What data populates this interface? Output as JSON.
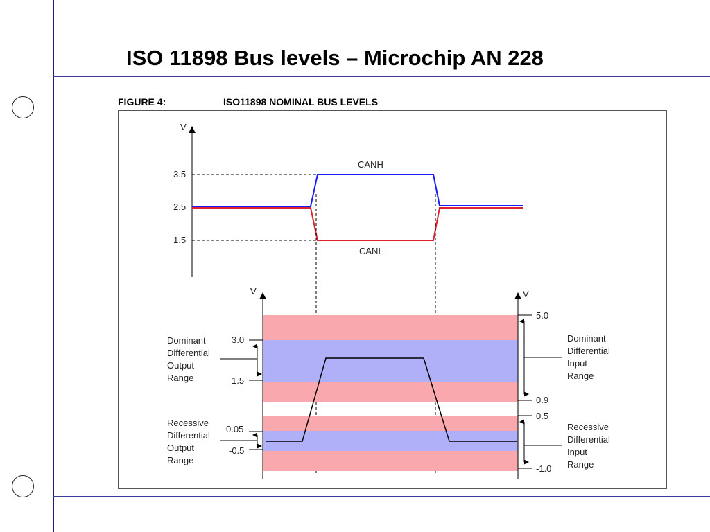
{
  "slide": {
    "title": "ISO 11898 Bus levels – Microchip AN 228"
  },
  "figure": {
    "number": "FIGURE 4:",
    "caption": "ISO11898 NOMINAL BUS LEVELS"
  },
  "colors": {
    "canh": "#1a1aff",
    "canl": "#e0202a",
    "band_pink": "#f9a9ad",
    "band_blue": "#b0b0f8",
    "differential": "#000000",
    "frame_lines": "#1c1c7a"
  },
  "top_plot": {
    "axis_label": "V",
    "ticks": [
      "3.5",
      "2.5",
      "1.5"
    ],
    "canh_label": "CANH",
    "canl_label": "CANL"
  },
  "bottom_plot": {
    "left_axis_label": "V",
    "right_axis_label": "V",
    "left_ticks": [
      "3.0",
      "1.5",
      "0.05",
      "-0.5"
    ],
    "right_ticks": [
      "5.0",
      "0.9",
      "0.5",
      "-1.0"
    ],
    "left_annotations": {
      "dominant": [
        "Dominant",
        "Differential",
        "Output",
        "Range"
      ],
      "recessive": [
        "Recessive",
        "Differential",
        "Output",
        "Range"
      ]
    },
    "right_annotations": {
      "dominant": [
        "Dominant",
        "Differential",
        "Input",
        "Range"
      ],
      "recessive": [
        "Recessive",
        "Differential",
        "Input",
        "Range"
      ]
    }
  }
}
